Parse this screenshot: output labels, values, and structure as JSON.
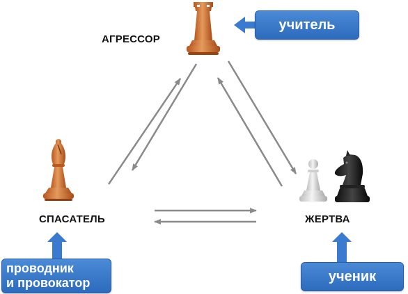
{
  "roles": {
    "aggressor": "АГРЕССОР",
    "rescuer": "СПАСАТЕЛЬ",
    "victim": "ЖЕРТВА"
  },
  "tags": {
    "teacher": "учитель",
    "student": "ученик",
    "guide_line1": "проводник",
    "guide_line2": "и провокатор"
  },
  "colors": {
    "tag_blue": "#3a7bd0",
    "piece_orange": "#d4773a",
    "arrow_gray": "#888888"
  },
  "icons": {
    "aggressor_piece": "chess-rook",
    "rescuer_piece": "chess-bishop",
    "victim_piece_white": "chess-pawn",
    "victim_piece_black": "chess-knight"
  }
}
